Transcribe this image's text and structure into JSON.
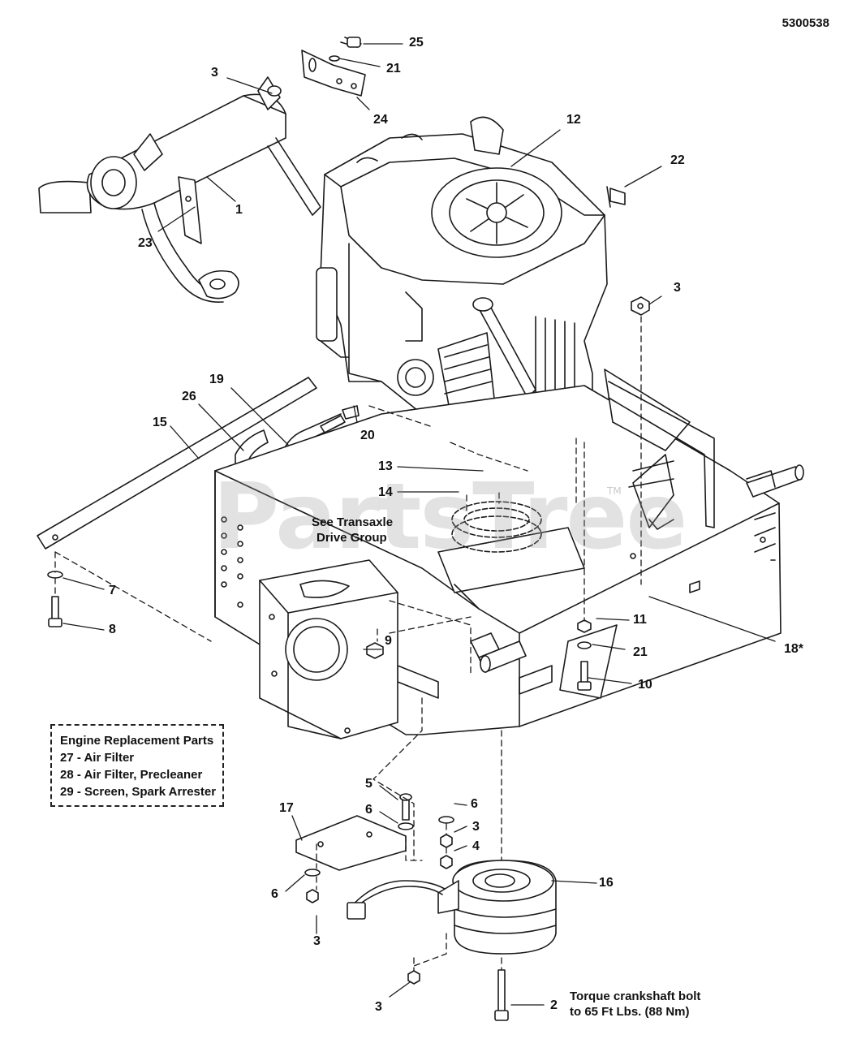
{
  "document_id": "5300538",
  "watermark": "PartsTree",
  "watermark_tm": "TM",
  "callouts": [
    "25",
    "21",
    "3",
    "24",
    "12",
    "22",
    "1",
    "23",
    "3",
    "19",
    "26",
    "15",
    "20",
    "13",
    "14",
    "7",
    "8",
    "9",
    "11",
    "21",
    "18*",
    "10",
    "5",
    "6",
    "6",
    "17",
    "3",
    "4",
    "16",
    "6",
    "3",
    "3",
    "2"
  ],
  "notes": {
    "transaxle_line1": "See Transaxle",
    "transaxle_line2": "Drive Group",
    "torque_line1": "Torque crankshaft bolt",
    "torque_line2": "to 65 Ft Lbs. (88 Nm)"
  },
  "legend": {
    "title": "Engine Replacement Parts",
    "items": [
      "27 - Air Filter",
      "28 - Air Filter, Precleaner",
      "29 - Screen, Spark Arrester"
    ]
  }
}
